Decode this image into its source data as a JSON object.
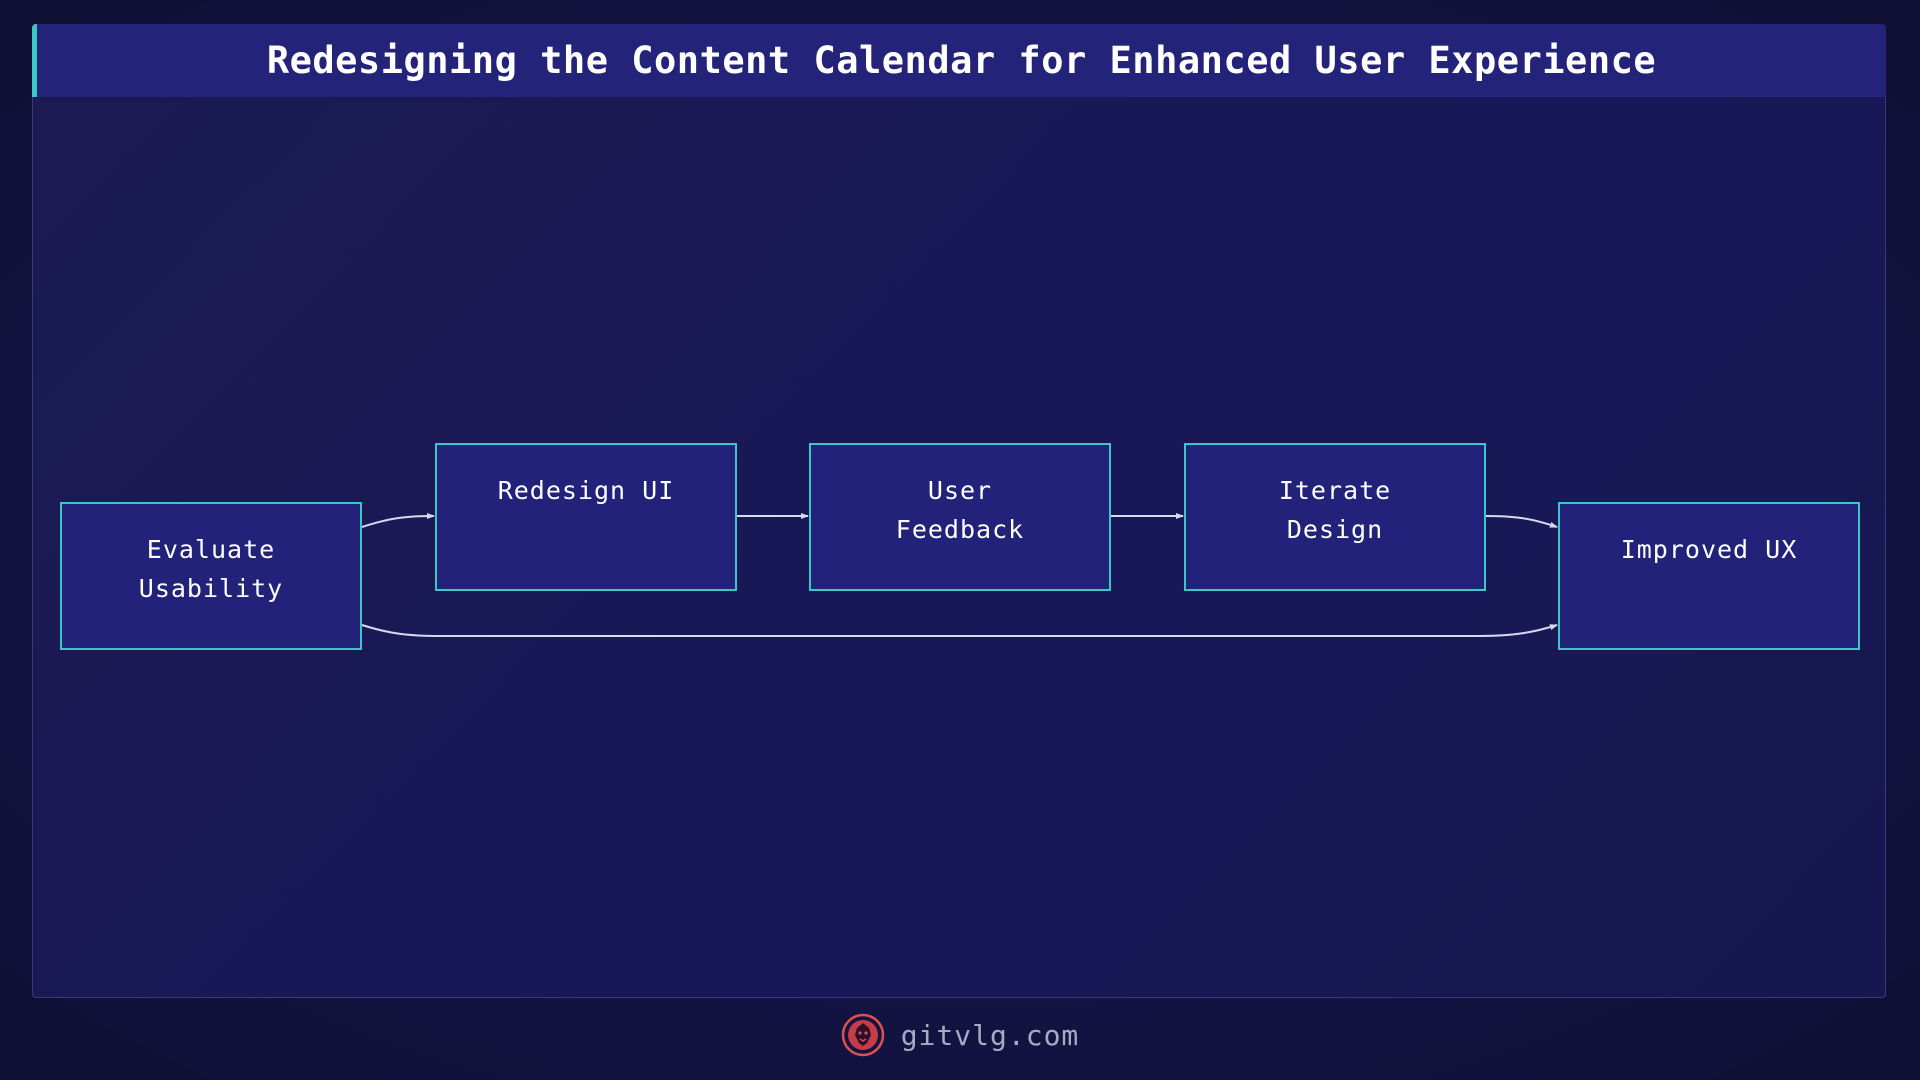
{
  "title": "Redesigning the Content Calendar for Enhanced User Experience",
  "nodes": [
    {
      "id": "evaluate",
      "lines": [
        "Evaluate",
        "Usability"
      ]
    },
    {
      "id": "redesign",
      "lines": [
        "Redesign UI"
      ]
    },
    {
      "id": "feedback",
      "lines": [
        "User",
        "Feedback"
      ]
    },
    {
      "id": "iterate",
      "lines": [
        "Iterate",
        "Design"
      ]
    },
    {
      "id": "improved",
      "lines": [
        "Improved UX"
      ]
    }
  ],
  "edges": [
    {
      "from": "evaluate",
      "to": "redesign"
    },
    {
      "from": "redesign",
      "to": "feedback"
    },
    {
      "from": "feedback",
      "to": "iterate"
    },
    {
      "from": "iterate",
      "to": "improved"
    },
    {
      "from": "evaluate",
      "to": "improved"
    }
  ],
  "footer": {
    "site": "gitvlg.com",
    "logo": "lion-logo-icon"
  },
  "colors": {
    "node_fill": "#22227a",
    "node_border": "#3cc6c8",
    "edge": "#d8d8ee",
    "accent": "#3cc6c8",
    "logo": "#e0504f"
  }
}
